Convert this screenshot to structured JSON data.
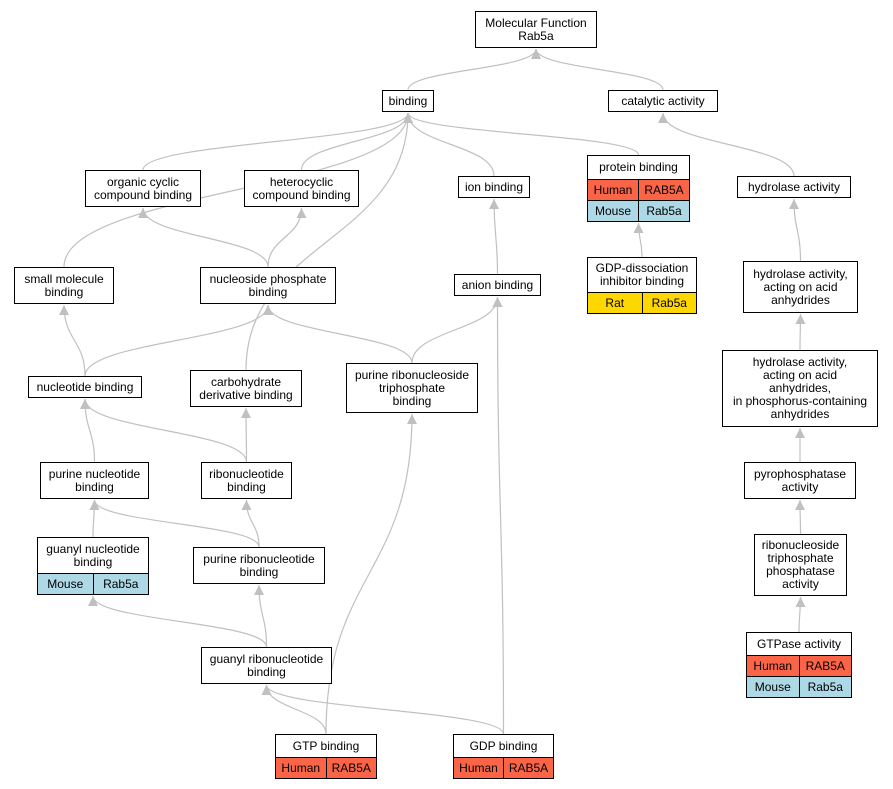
{
  "graph": {
    "colors": {
      "edge": "#c0c0c0",
      "human": "#fa6447",
      "mouse": "#add8e6",
      "rat": "#ffd700"
    },
    "nodes": {
      "mf": {
        "label": "Molecular Function\nRab5a"
      },
      "binding": {
        "label": "binding"
      },
      "catalytic": {
        "label": "catalytic activity"
      },
      "ocb": {
        "label": "organic cyclic\ncompound binding"
      },
      "hcb": {
        "label": "heterocyclic\ncompound binding"
      },
      "ion": {
        "label": "ion binding"
      },
      "protein": {
        "label": "protein binding",
        "annotations": [
          [
            "Human",
            "RAB5A"
          ],
          [
            "Mouse",
            "Rab5a"
          ]
        ]
      },
      "hydrolase": {
        "label": "hydrolase activity"
      },
      "smb": {
        "label": "small molecule\nbinding"
      },
      "npb": {
        "label": "nucleoside phosphate\nbinding"
      },
      "anion": {
        "label": "anion binding"
      },
      "gdpdiss": {
        "label": "GDP-dissociation\ninhibitor binding",
        "annotations": [
          [
            "Rat",
            "Rab5a"
          ]
        ]
      },
      "hydacid": {
        "label": "hydrolase activity,\nacting on acid\nanhydrides"
      },
      "nucbind": {
        "label": "nucleotide binding"
      },
      "carb": {
        "label": "carbohydrate\nderivative binding"
      },
      "prtb": {
        "label": "purine ribonucleoside\ntriphosphate\nbinding"
      },
      "hydphos": {
        "label": "hydrolase activity,\nacting on acid\nanhydrides,\nin phosphorus-containing\nanhydrides"
      },
      "pnb": {
        "label": "purine nucleotide\nbinding"
      },
      "ribonuc": {
        "label": "ribonucleotide\nbinding"
      },
      "pyro": {
        "label": "pyrophosphatase\nactivity"
      },
      "gnb": {
        "label": "guanyl nucleotide\nbinding",
        "annotations": [
          [
            "Mouse",
            "Rab5a"
          ]
        ]
      },
      "prnb": {
        "label": "purine ribonucleotide\nbinding"
      },
      "rtpase": {
        "label": "ribonucleoside\ntriphosphate\nphosphatase\nactivity"
      },
      "grnb": {
        "label": "guanyl ribonucleotide\nbinding"
      },
      "gtpase": {
        "label": "GTPase activity",
        "annotations": [
          [
            "Human",
            "RAB5A"
          ],
          [
            "Mouse",
            "Rab5a"
          ]
        ]
      },
      "gtp": {
        "label": "GTP binding",
        "annotations": [
          [
            "Human",
            "RAB5A"
          ]
        ]
      },
      "gdp": {
        "label": "GDP binding",
        "annotations": [
          [
            "Human",
            "RAB5A"
          ]
        ]
      }
    },
    "edges": [
      [
        "binding",
        "mf"
      ],
      [
        "catalytic",
        "mf"
      ],
      [
        "ocb",
        "binding"
      ],
      [
        "hcb",
        "binding"
      ],
      [
        "ion",
        "binding"
      ],
      [
        "protein",
        "binding"
      ],
      [
        "smb",
        "binding"
      ],
      [
        "carb",
        "binding"
      ],
      [
        "hydrolase",
        "catalytic"
      ],
      [
        "npb",
        "ocb"
      ],
      [
        "npb",
        "hcb"
      ],
      [
        "anion",
        "ion"
      ],
      [
        "gdpdiss",
        "protein"
      ],
      [
        "hydacid",
        "hydrolase"
      ],
      [
        "nucbind",
        "smb"
      ],
      [
        "nucbind",
        "npb"
      ],
      [
        "prtb",
        "npb"
      ],
      [
        "prtb",
        "anion"
      ],
      [
        "gdp",
        "anion"
      ],
      [
        "hydphos",
        "hydacid"
      ],
      [
        "pnb",
        "nucbind"
      ],
      [
        "ribonuc",
        "nucbind"
      ],
      [
        "ribonuc",
        "carb"
      ],
      [
        "pyro",
        "hydphos"
      ],
      [
        "gnb",
        "pnb"
      ],
      [
        "prnb",
        "pnb"
      ],
      [
        "prnb",
        "ribonuc"
      ],
      [
        "rtpase",
        "pyro"
      ],
      [
        "grnb",
        "gnb"
      ],
      [
        "grnb",
        "prnb"
      ],
      [
        "gtpase",
        "rtpase"
      ],
      [
        "gtp",
        "grnb"
      ],
      [
        "gdp",
        "grnb"
      ],
      [
        "gtp",
        "prtb"
      ]
    ]
  }
}
